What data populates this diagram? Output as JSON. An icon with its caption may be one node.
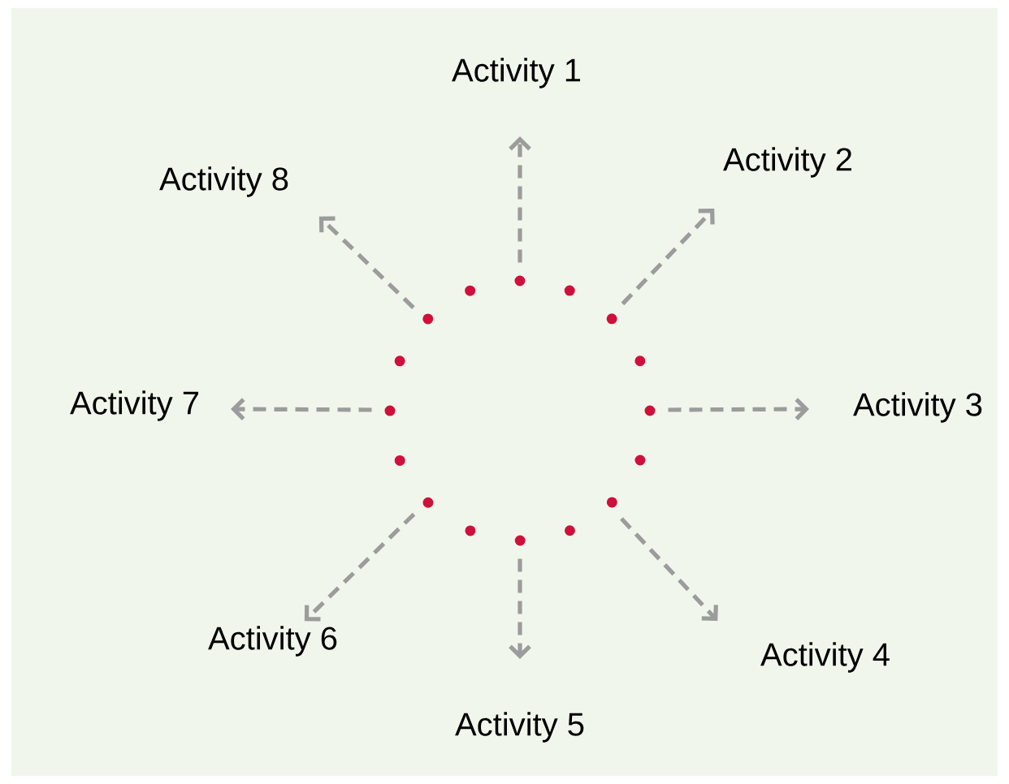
{
  "diagram": {
    "nodes": [
      {
        "text": [],
        "shape": "circle"
      },
      {
        "text": [
          "Activity 1"
        ]
      },
      {
        "text": [
          "Activity 2"
        ]
      },
      {
        "text": [
          "Activity 3"
        ]
      },
      {
        "text": [
          "Activity 4"
        ]
      },
      {
        "text": [
          "Activity 5"
        ]
      },
      {
        "text": [
          "Activity 6"
        ]
      },
      {
        "text": [
          "Activity 7"
        ]
      },
      {
        "text": [
          "Activity 8"
        ]
      }
    ],
    "edges": [
      {
        "from": 0,
        "to": 1,
        "arrow": "to",
        "style": "dashed"
      },
      {
        "from": 0,
        "to": 2,
        "arrow": "to",
        "style": "dashed"
      },
      {
        "from": 0,
        "to": 3,
        "arrow": "to",
        "style": "dashed"
      },
      {
        "from": 0,
        "to": 4,
        "arrow": "to",
        "style": "dashed"
      },
      {
        "from": 0,
        "to": 5,
        "arrow": "to",
        "style": "dashed"
      },
      {
        "from": 0,
        "to": 6,
        "arrow": "to",
        "style": "dashed"
      },
      {
        "from": 0,
        "to": 7,
        "arrow": "to",
        "style": "dashed"
      },
      {
        "from": 0,
        "to": 8,
        "arrow": "to",
        "style": "dashed"
      }
    ]
  }
}
